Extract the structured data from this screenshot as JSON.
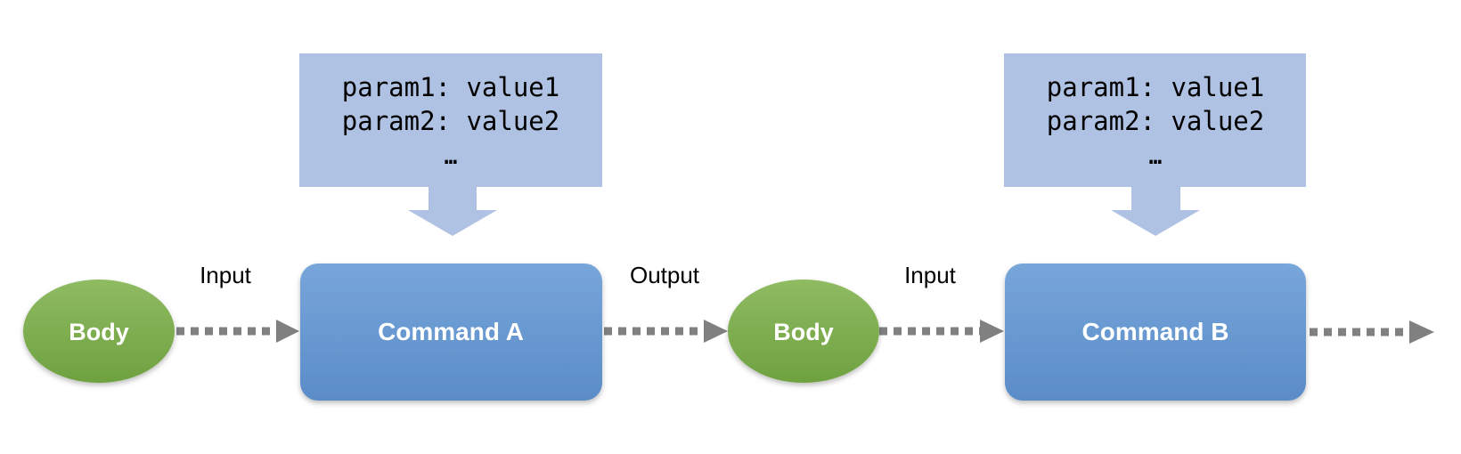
{
  "colors": {
    "body_fill": "#7aab4b",
    "command_fill": "#6a9bd4",
    "param_fill": "#b0c2e3",
    "arrow": "#808080"
  },
  "nodes": [
    {
      "id": "body1",
      "kind": "ellipse",
      "label": "Body"
    },
    {
      "id": "cmdA",
      "kind": "rect",
      "label": "Command A"
    },
    {
      "id": "body2",
      "kind": "ellipse",
      "label": "Body"
    },
    {
      "id": "cmdB",
      "kind": "rect",
      "label": "Command B"
    }
  ],
  "edge_labels": {
    "input1": "Input",
    "output": "Output",
    "input2": "Input"
  },
  "params": [
    {
      "line1": "param1: value1",
      "line2": "param2: value2",
      "ellipsis": "…"
    },
    {
      "line1": "param1: value1",
      "line2": "param2: value2",
      "ellipsis": "…"
    }
  ]
}
